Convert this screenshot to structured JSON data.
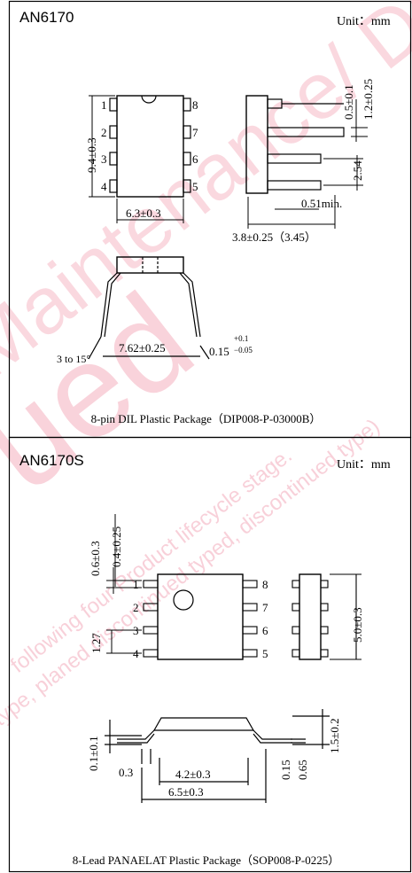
{
  "top": {
    "part": "AN6170",
    "unit": "Unit：mm",
    "caption": "8-pin DIL Plastic Package（DIP008-P-03000B）",
    "pins_left": [
      "1",
      "2",
      "3",
      "4"
    ],
    "pins_right": [
      "8",
      "7",
      "6",
      "5"
    ],
    "dims": {
      "height": "9.4±0.3",
      "body_width": "6.3±0.3",
      "lead_w": "0.5±0.1",
      "lead_w2": "1.2±0.25",
      "pitch": "2.54",
      "min": "0.51min.",
      "seat": "3.8±0.25（3.45）",
      "row": "7.62±0.25",
      "angle": "3 to 15°",
      "thick": "0.15",
      "thick_plus": "+0.1",
      "thick_minus": "−0.05"
    }
  },
  "bottom": {
    "part": "AN6170S",
    "unit": "Unit：mm",
    "caption": "8-Lead PANAELAT Plastic Package（SOP008-P-0225）",
    "pins_left": [
      "1",
      "2",
      "3",
      "4"
    ],
    "pins_right": [
      "8",
      "7",
      "6",
      "5"
    ],
    "dims": {
      "lead_len": "0.6±0.3",
      "lead_w": "0.4±0.25",
      "pitch": "1.27",
      "body": "5.0±0.3",
      "standoff": "0.1±0.1",
      "lead_end": "0.3",
      "height": "1.5±0.2",
      "thick": "0.15",
      "thick2": "0.65",
      "body_w": "4.2±0.3",
      "overall": "6.5±0.3"
    }
  },
  "watermark": {
    "big": "ued",
    "line1": "Maintenance/ Discontinued",
    "line2": "following four Product lifecycle stage.",
    "line3": "type, planed discontinued typed, discontinued type)"
  }
}
